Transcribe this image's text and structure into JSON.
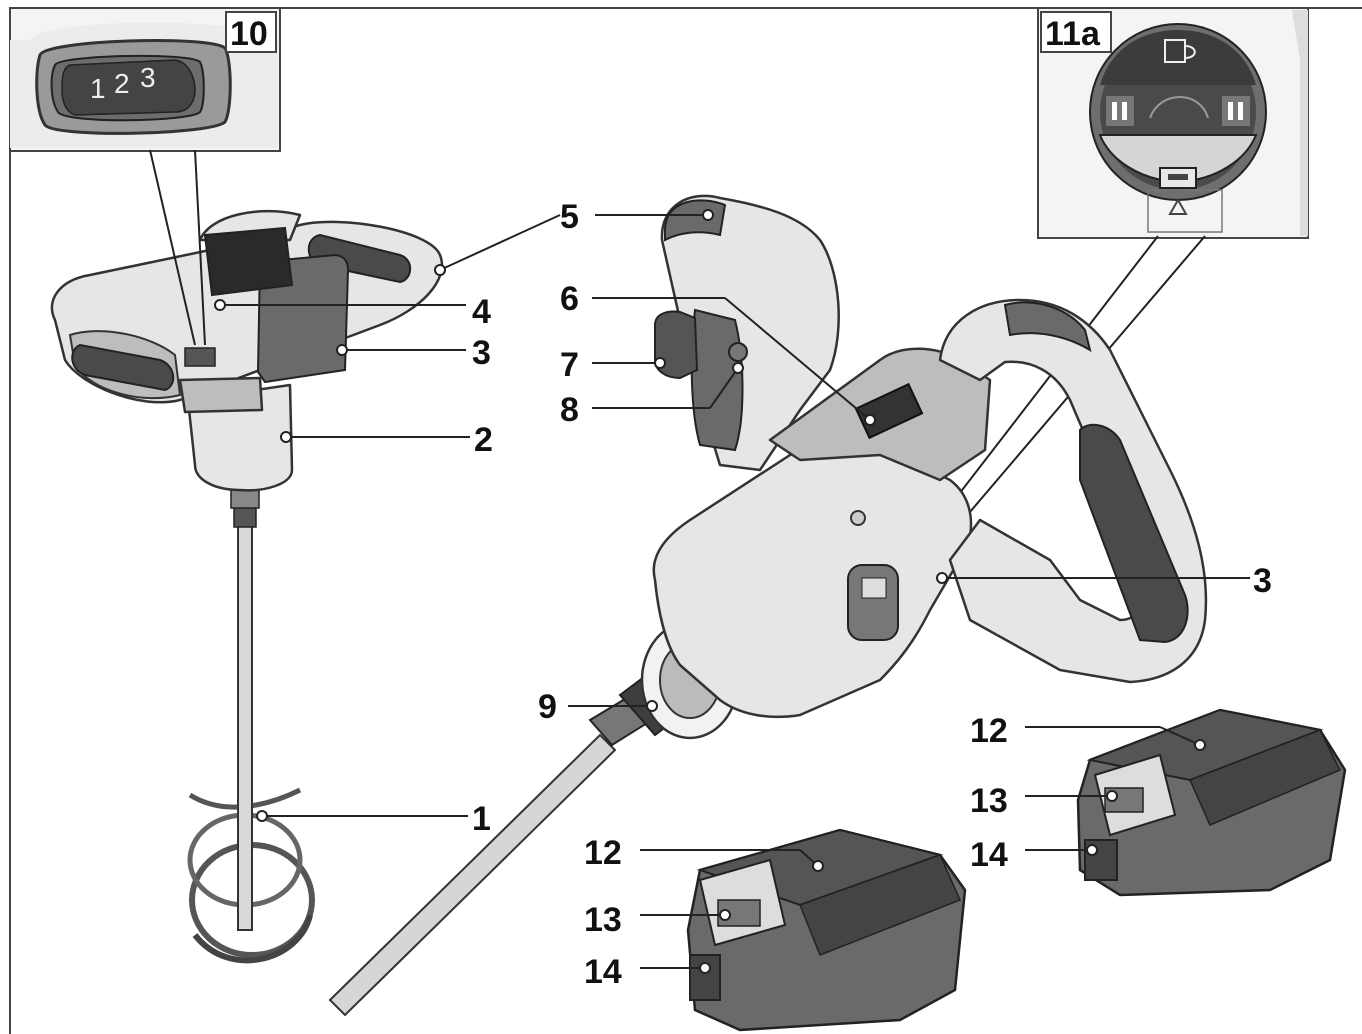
{
  "insets": {
    "speed_selector": {
      "label": "10",
      "dial_digits": [
        "1",
        "2",
        "3"
      ]
    },
    "gear_switch": {
      "label": "11a"
    }
  },
  "callouts": {
    "c1": "1",
    "c2": "2",
    "c3a": "3",
    "c3b": "3",
    "c4": "4",
    "c5": "5",
    "c6": "6",
    "c7": "7",
    "c8": "8",
    "c9": "9",
    "c12a": "12",
    "c13a": "13",
    "c14a": "14",
    "c12b": "12",
    "c13b": "13",
    "c14b": "14"
  },
  "colors": {
    "light_grey": "#e6e6e6",
    "mid_grey": "#bdbdbd",
    "dark_grey": "#6a6a6a",
    "near_black": "#2a2a2a"
  }
}
